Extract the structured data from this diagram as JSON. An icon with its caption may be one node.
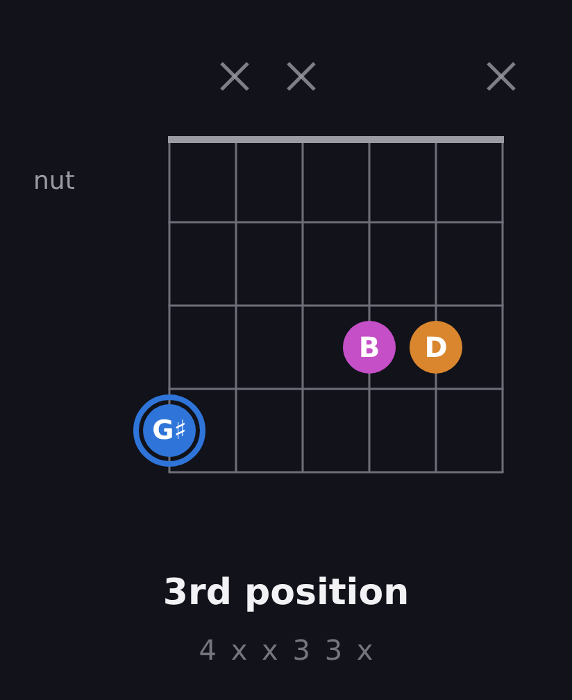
{
  "diagram": {
    "title": "3rd position",
    "nodes": [
      {
        "text": [
          "B"
        ]
      },
      {
        "text": [
          "D"
        ]
      },
      {
        "text": [
          "G♯"
        ]
      }
    ],
    "labels": [
      "nut",
      "4 x x 3 3 x"
    ]
  }
}
